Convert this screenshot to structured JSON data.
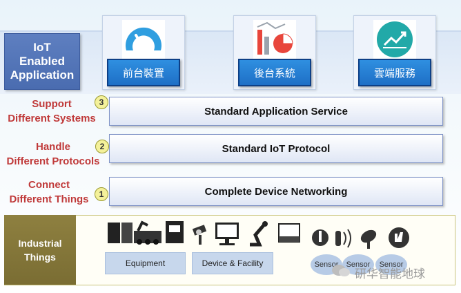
{
  "header": {
    "iot_label": "IoT\nEnabled\nApplication"
  },
  "apps": [
    {
      "label": "前台裝置",
      "icon": "gauge-icon",
      "color": "#2f9ee0"
    },
    {
      "label": "後台系統",
      "icon": "bar-pie-chart-icon",
      "color": "#e8463c"
    },
    {
      "label": "雲端服務",
      "icon": "line-chart-icon",
      "color": "#22a9a8"
    }
  ],
  "layers": [
    {
      "number": "3",
      "side": "Support\nDifferent Systems",
      "title": "Standard Application Service"
    },
    {
      "number": "2",
      "side": "Handle\nDifferent Protocols",
      "title": "Standard IoT Protocol"
    },
    {
      "number": "1",
      "side": "Connect\nDifferent Things",
      "title": "Complete Device Networking"
    }
  ],
  "things": {
    "label": "Industrial\nThings",
    "groups": [
      {
        "label": "Equipment"
      },
      {
        "label": "Device  & Facility"
      }
    ],
    "sensors": [
      "Sensor",
      "Sensor",
      "Sensor"
    ]
  },
  "watermark": "研华智能地球",
  "colors": {
    "side_text": "#c03a3a",
    "iot_box": "#4a6cb0",
    "app_label": "#1e6fc6",
    "industrial": "#7a6d33"
  }
}
